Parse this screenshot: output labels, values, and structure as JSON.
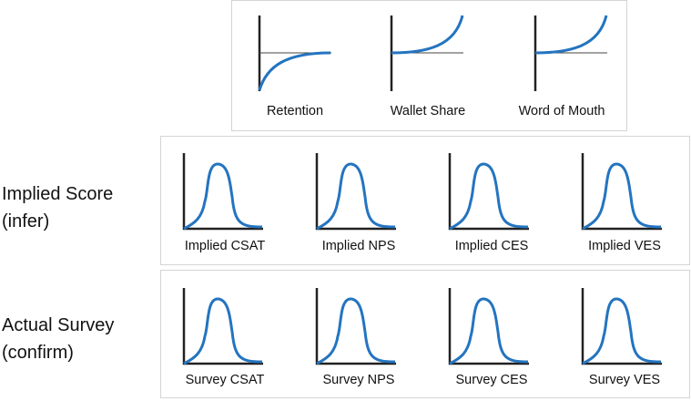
{
  "colors": {
    "curve": "#2474c0",
    "axis": "#222222",
    "border": "#d4d4d4"
  },
  "outcomes": [
    {
      "label": "Retention",
      "shape": "saturating-rise"
    },
    {
      "label": "Wallet Share",
      "shape": "exponential-growth"
    },
    {
      "label": "Word of Mouth",
      "shape": "exponential-growth"
    }
  ],
  "rows": [
    {
      "title": "Implied Score",
      "subtitle": "(infer)",
      "items": [
        "Implied CSAT",
        "Implied NPS",
        "Implied CES",
        "Implied VES"
      ]
    },
    {
      "title": "Actual Survey",
      "subtitle": "(confirm)",
      "items": [
        "Survey CSAT",
        "Survey NPS",
        "Survey CES",
        "Survey VES"
      ]
    }
  ]
}
